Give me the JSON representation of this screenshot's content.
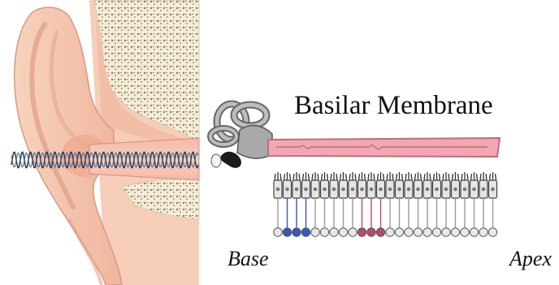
{
  "labels": {
    "title": "Basilar Membrane",
    "base": "Base",
    "apex": "Apex"
  },
  "colors": {
    "skin": "#f4c2aa",
    "skin_dark": "#e39b86",
    "bone": "#f3ead6",
    "bone_spots": "#7a6a4d",
    "membrane": "#f2a7b3",
    "membrane_edge": "#c5727f",
    "wave": "#3a4d66",
    "base_cells": "#3a56b8",
    "mid_cells": "#b34b73",
    "neutral_cells": "#cfcfcf"
  },
  "hair_cells": {
    "count": 24,
    "highlight_base_indices": [
      1,
      2,
      3
    ],
    "highlight_mid_indices": [
      9,
      10,
      11
    ]
  }
}
